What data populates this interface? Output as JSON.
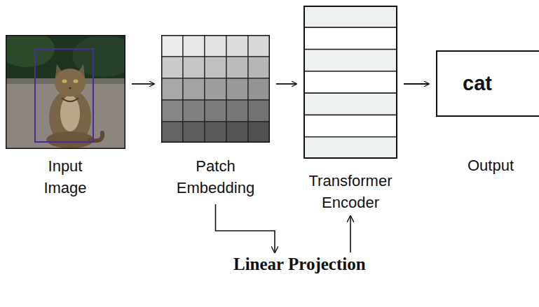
{
  "diagram": {
    "nodes": [
      {
        "text": [
          "Input Image"
        ]
      },
      {
        "text": [
          "Patch Embedding"
        ]
      },
      {
        "text": [
          "Transformer Encoder"
        ]
      },
      {
        "text": [
          "cat",
          "Output"
        ]
      }
    ],
    "edges": [
      {
        "from": 0,
        "to": 1,
        "arrow": "to"
      },
      {
        "from": 1,
        "to": 2,
        "arrow": "to"
      },
      {
        "from": 2,
        "to": 3,
        "arrow": "to"
      },
      {
        "from": 1,
        "to": 2,
        "arrow": "to",
        "label": "Linear Projection"
      }
    ]
  }
}
